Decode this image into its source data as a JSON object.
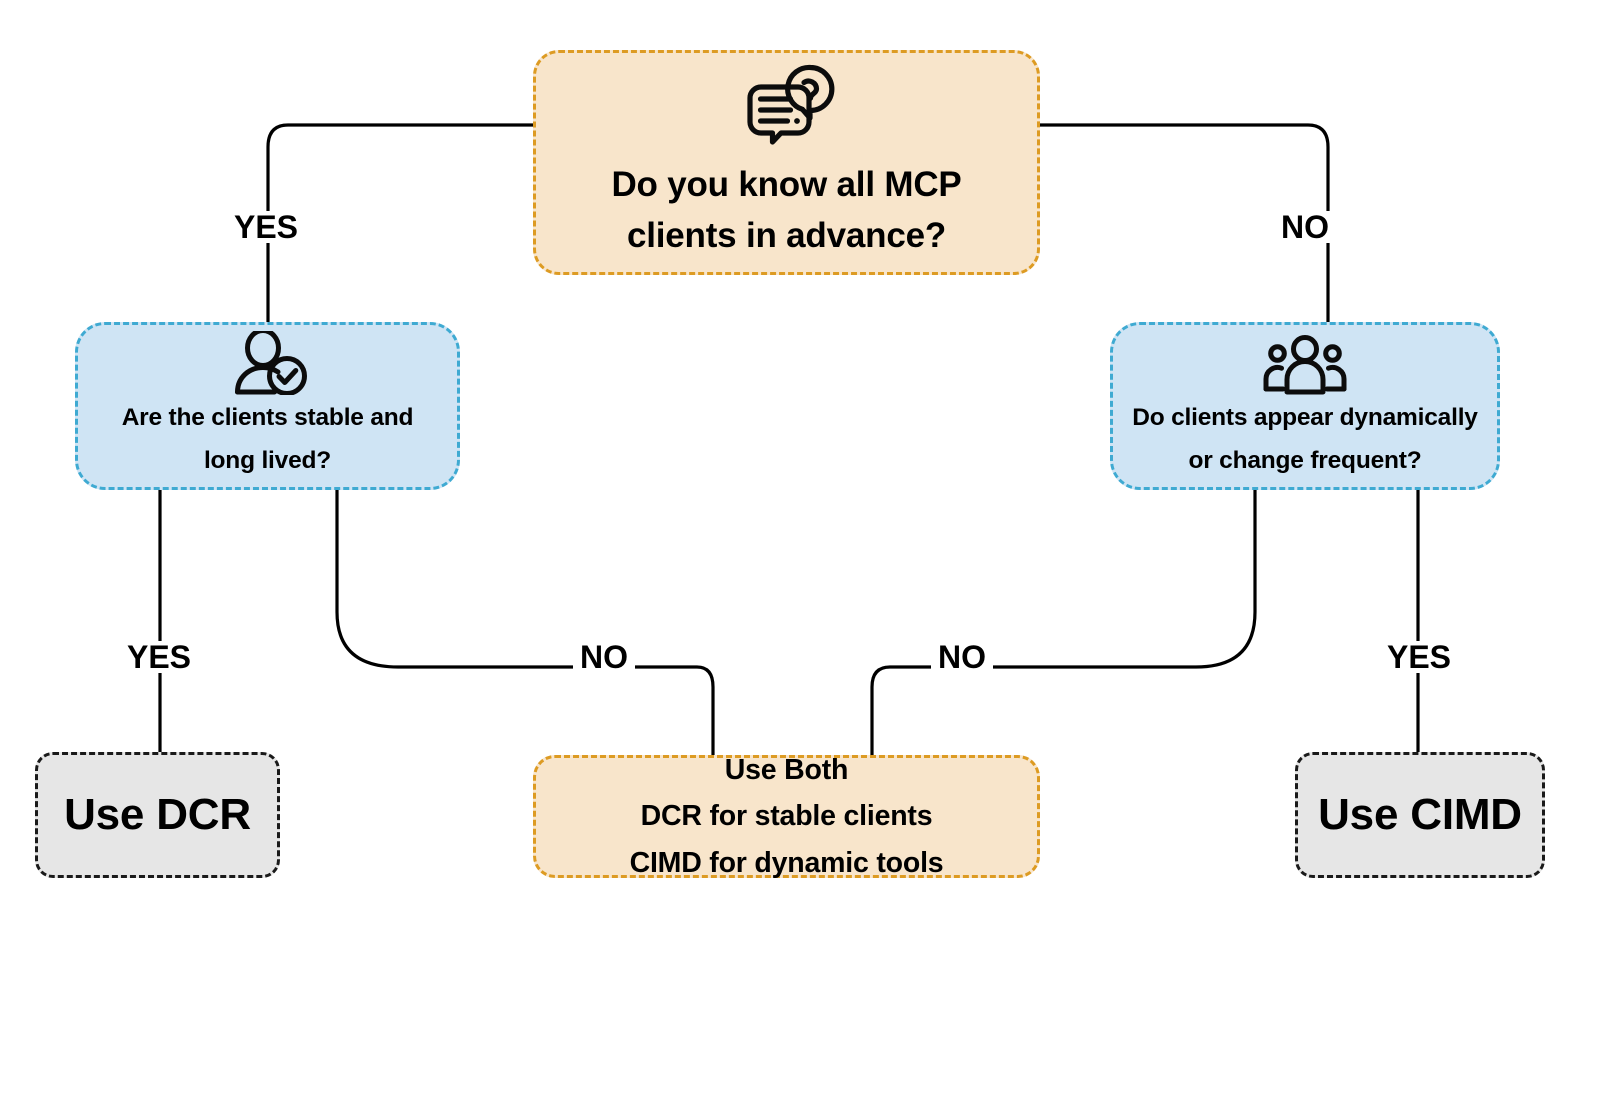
{
  "diagram": {
    "title": "MCP client registration decision flow",
    "colors": {
      "question_fill": "#F8E5CB",
      "question_border": "#DD9B23",
      "decision_fill": "#CFE4F4",
      "decision_border": "#3FAAD2",
      "result_fill": "#E6E6E6",
      "result_border": "#1A1A1A",
      "connector": "#000000",
      "background": "#FFFFFF"
    },
    "nodes": {
      "root": {
        "icon": "chat-question-icon",
        "line1": "Do you know all MCP",
        "line2": "clients in advance?"
      },
      "left_decision": {
        "icon": "user-check-icon",
        "line1": "Are the clients stable and",
        "line2": "long lived?"
      },
      "right_decision": {
        "icon": "user-group-icon",
        "line1": "Do clients appear dynamically",
        "line2": "or change frequent?"
      },
      "result_dcr": {
        "label": "Use DCR"
      },
      "result_both": {
        "line1": "Use Both",
        "line2": "DCR for stable clients",
        "line3": "CIMD for dynamic tools"
      },
      "result_cimd": {
        "label": "Use CIMD"
      }
    },
    "edge_labels": {
      "root_yes": "YES",
      "root_no": "NO",
      "left_yes": "YES",
      "left_no": "NO",
      "right_no": "NO",
      "right_yes": "YES"
    }
  }
}
